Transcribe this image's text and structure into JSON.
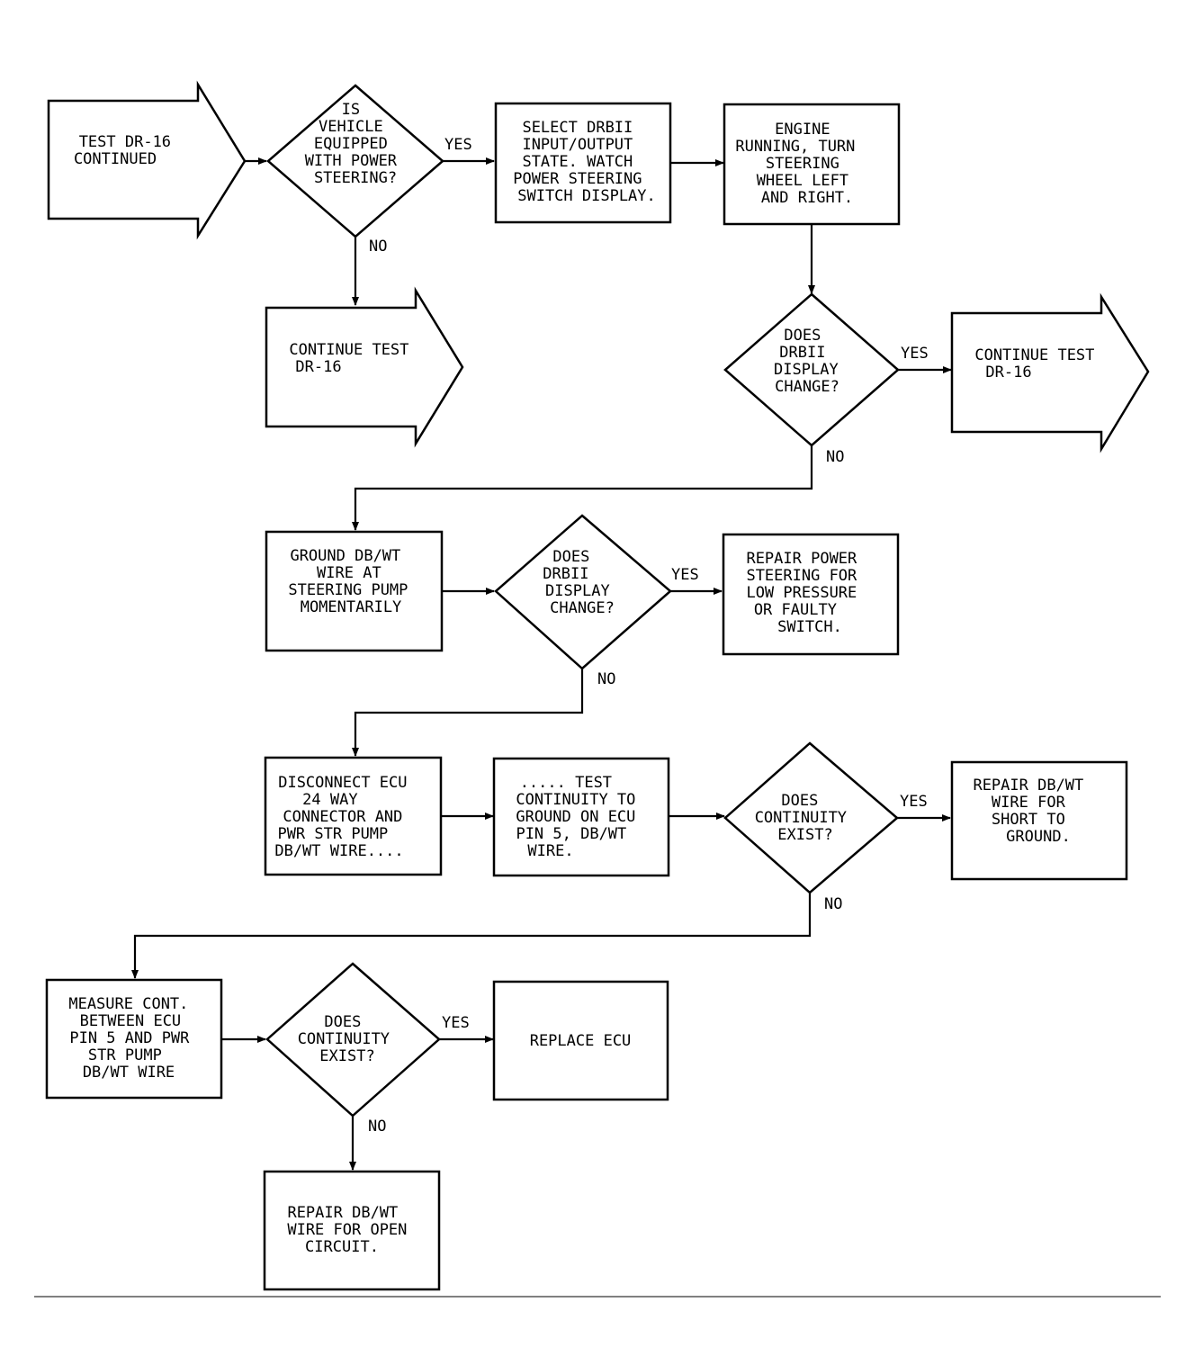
{
  "nodes": {
    "start": {
      "lines": [
        "TEST DR-16",
        "CONTINUED"
      ]
    },
    "q_power_steering": {
      "lines": [
        "IS",
        "VEHICLE",
        "EQUIPPED",
        "WITH POWER",
        "STEERING?"
      ]
    },
    "select_drbii": {
      "lines": [
        "SELECT DRBII",
        "INPUT/OUTPUT",
        "STATE. WATCH",
        "POWER STEERING",
        "SWITCH DISPLAY."
      ]
    },
    "engine_running": {
      "lines": [
        "ENGINE",
        "RUNNING, TURN",
        "STEERING",
        "WHEEL LEFT",
        "AND RIGHT."
      ]
    },
    "continue_1": {
      "lines": [
        "CONTINUE TEST",
        "DR-16"
      ]
    },
    "q_display_change_1": {
      "lines": [
        "DOES",
        "DRBII",
        "DISPLAY",
        "CHANGE?"
      ]
    },
    "continue_2": {
      "lines": [
        "CONTINUE TEST",
        "DR-16"
      ]
    },
    "ground_wire": {
      "lines": [
        "GROUND DB/WT",
        "WIRE AT",
        "STEERING PUMP",
        "MOMENTARILY"
      ]
    },
    "q_display_change_2": {
      "lines": [
        "DOES",
        "DRBII",
        "DISPLAY",
        "CHANGE?"
      ]
    },
    "repair_power_steering": {
      "lines": [
        "REPAIR POWER",
        "STEERING FOR",
        "LOW PRESSURE",
        "OR FAULTY",
        "SWITCH."
      ]
    },
    "disconnect_ecu": {
      "lines": [
        "DISCONNECT ECU",
        "24 WAY",
        "CONNECTOR AND",
        "PWR STR PUMP",
        "DB/WT WIRE...."
      ]
    },
    "test_continuity": {
      "lines": [
        "..... TEST",
        "CONTINUITY TO",
        "GROUND ON ECU",
        "PIN 5, DB/WT",
        "WIRE."
      ]
    },
    "q_continuity_1": {
      "lines": [
        "DOES",
        "CONTINUITY",
        "EXIST?"
      ]
    },
    "repair_short": {
      "lines": [
        "REPAIR DB/WT",
        "WIRE FOR",
        "SHORT TO",
        "GROUND."
      ]
    },
    "measure_cont": {
      "lines": [
        "MEASURE CONT.",
        "BETWEEN ECU",
        "PIN 5 AND PWR",
        "STR PUMP",
        "DB/WT WIRE"
      ]
    },
    "q_continuity_2": {
      "lines": [
        "DOES",
        "CONTINUITY",
        "EXIST?"
      ]
    },
    "replace_ecu": {
      "lines": [
        "REPLACE ECU"
      ]
    },
    "repair_open": {
      "lines": [
        "REPAIR DB/WT",
        "WIRE FOR OPEN",
        "CIRCUIT."
      ]
    }
  },
  "edges": {
    "e1_yes": "YES",
    "e1_no": "NO",
    "e2_yes": "YES",
    "e2_no": "NO",
    "e3_yes": "YES",
    "e3_no": "NO",
    "e4_yes": "YES",
    "e4_no": "NO",
    "e5_yes": "YES",
    "e5_no": "NO"
  }
}
